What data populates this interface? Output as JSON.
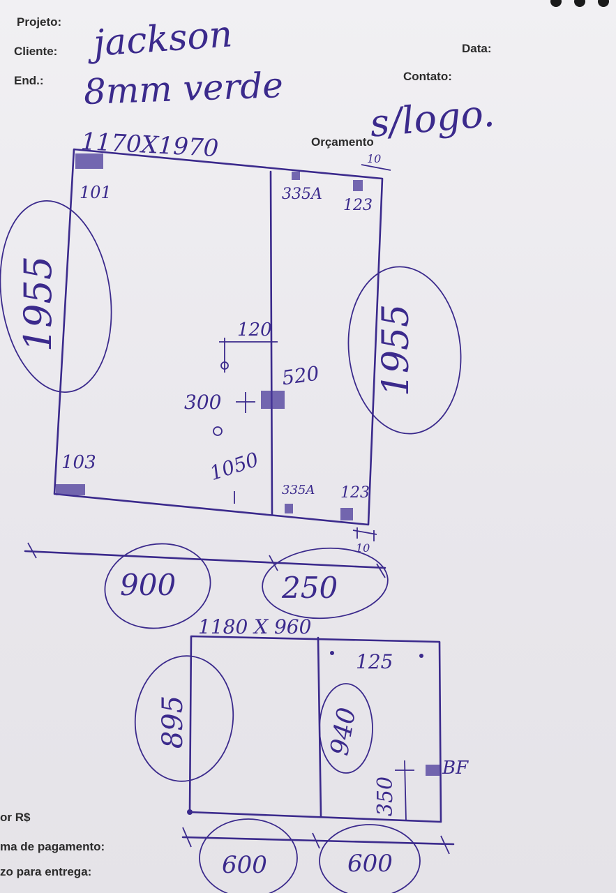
{
  "form": {
    "projeto_label": "Projeto:",
    "cliente_label": "Cliente:",
    "end_label": "End.:",
    "data_label": "Data:",
    "contato_label": "Contato:",
    "orcamento_label": "Orçamento",
    "valor_label": "or R$",
    "pagamento_label": "ma de pagamento:",
    "entrega_label": "zo para entrega:"
  },
  "handwriting": {
    "cliente": "jackson",
    "end": "8mm verde",
    "contato": "s/logo."
  },
  "drawing1": {
    "size": "1170X1970",
    "top_right_gap": "10",
    "corner_top_left": "101",
    "corner_bottom_left": "103",
    "hinge_top": "335A",
    "hinge_bottom": "335A",
    "corner_top_right": "123",
    "corner_bottom_right": "123",
    "height_left": "1955",
    "height_right": "1955",
    "dim_120": "120",
    "dim_520": "520",
    "dim_300": "300",
    "dim_1050": "1050",
    "bottom_gap": "10",
    "width_left": "900",
    "width_right": "250"
  },
  "drawing2": {
    "size": "1180 X 960",
    "dim_125": "125",
    "height_left": "895",
    "height_right": "940",
    "dim_350": "350",
    "bf": "BF",
    "width_left": "600",
    "width_right": "600"
  }
}
